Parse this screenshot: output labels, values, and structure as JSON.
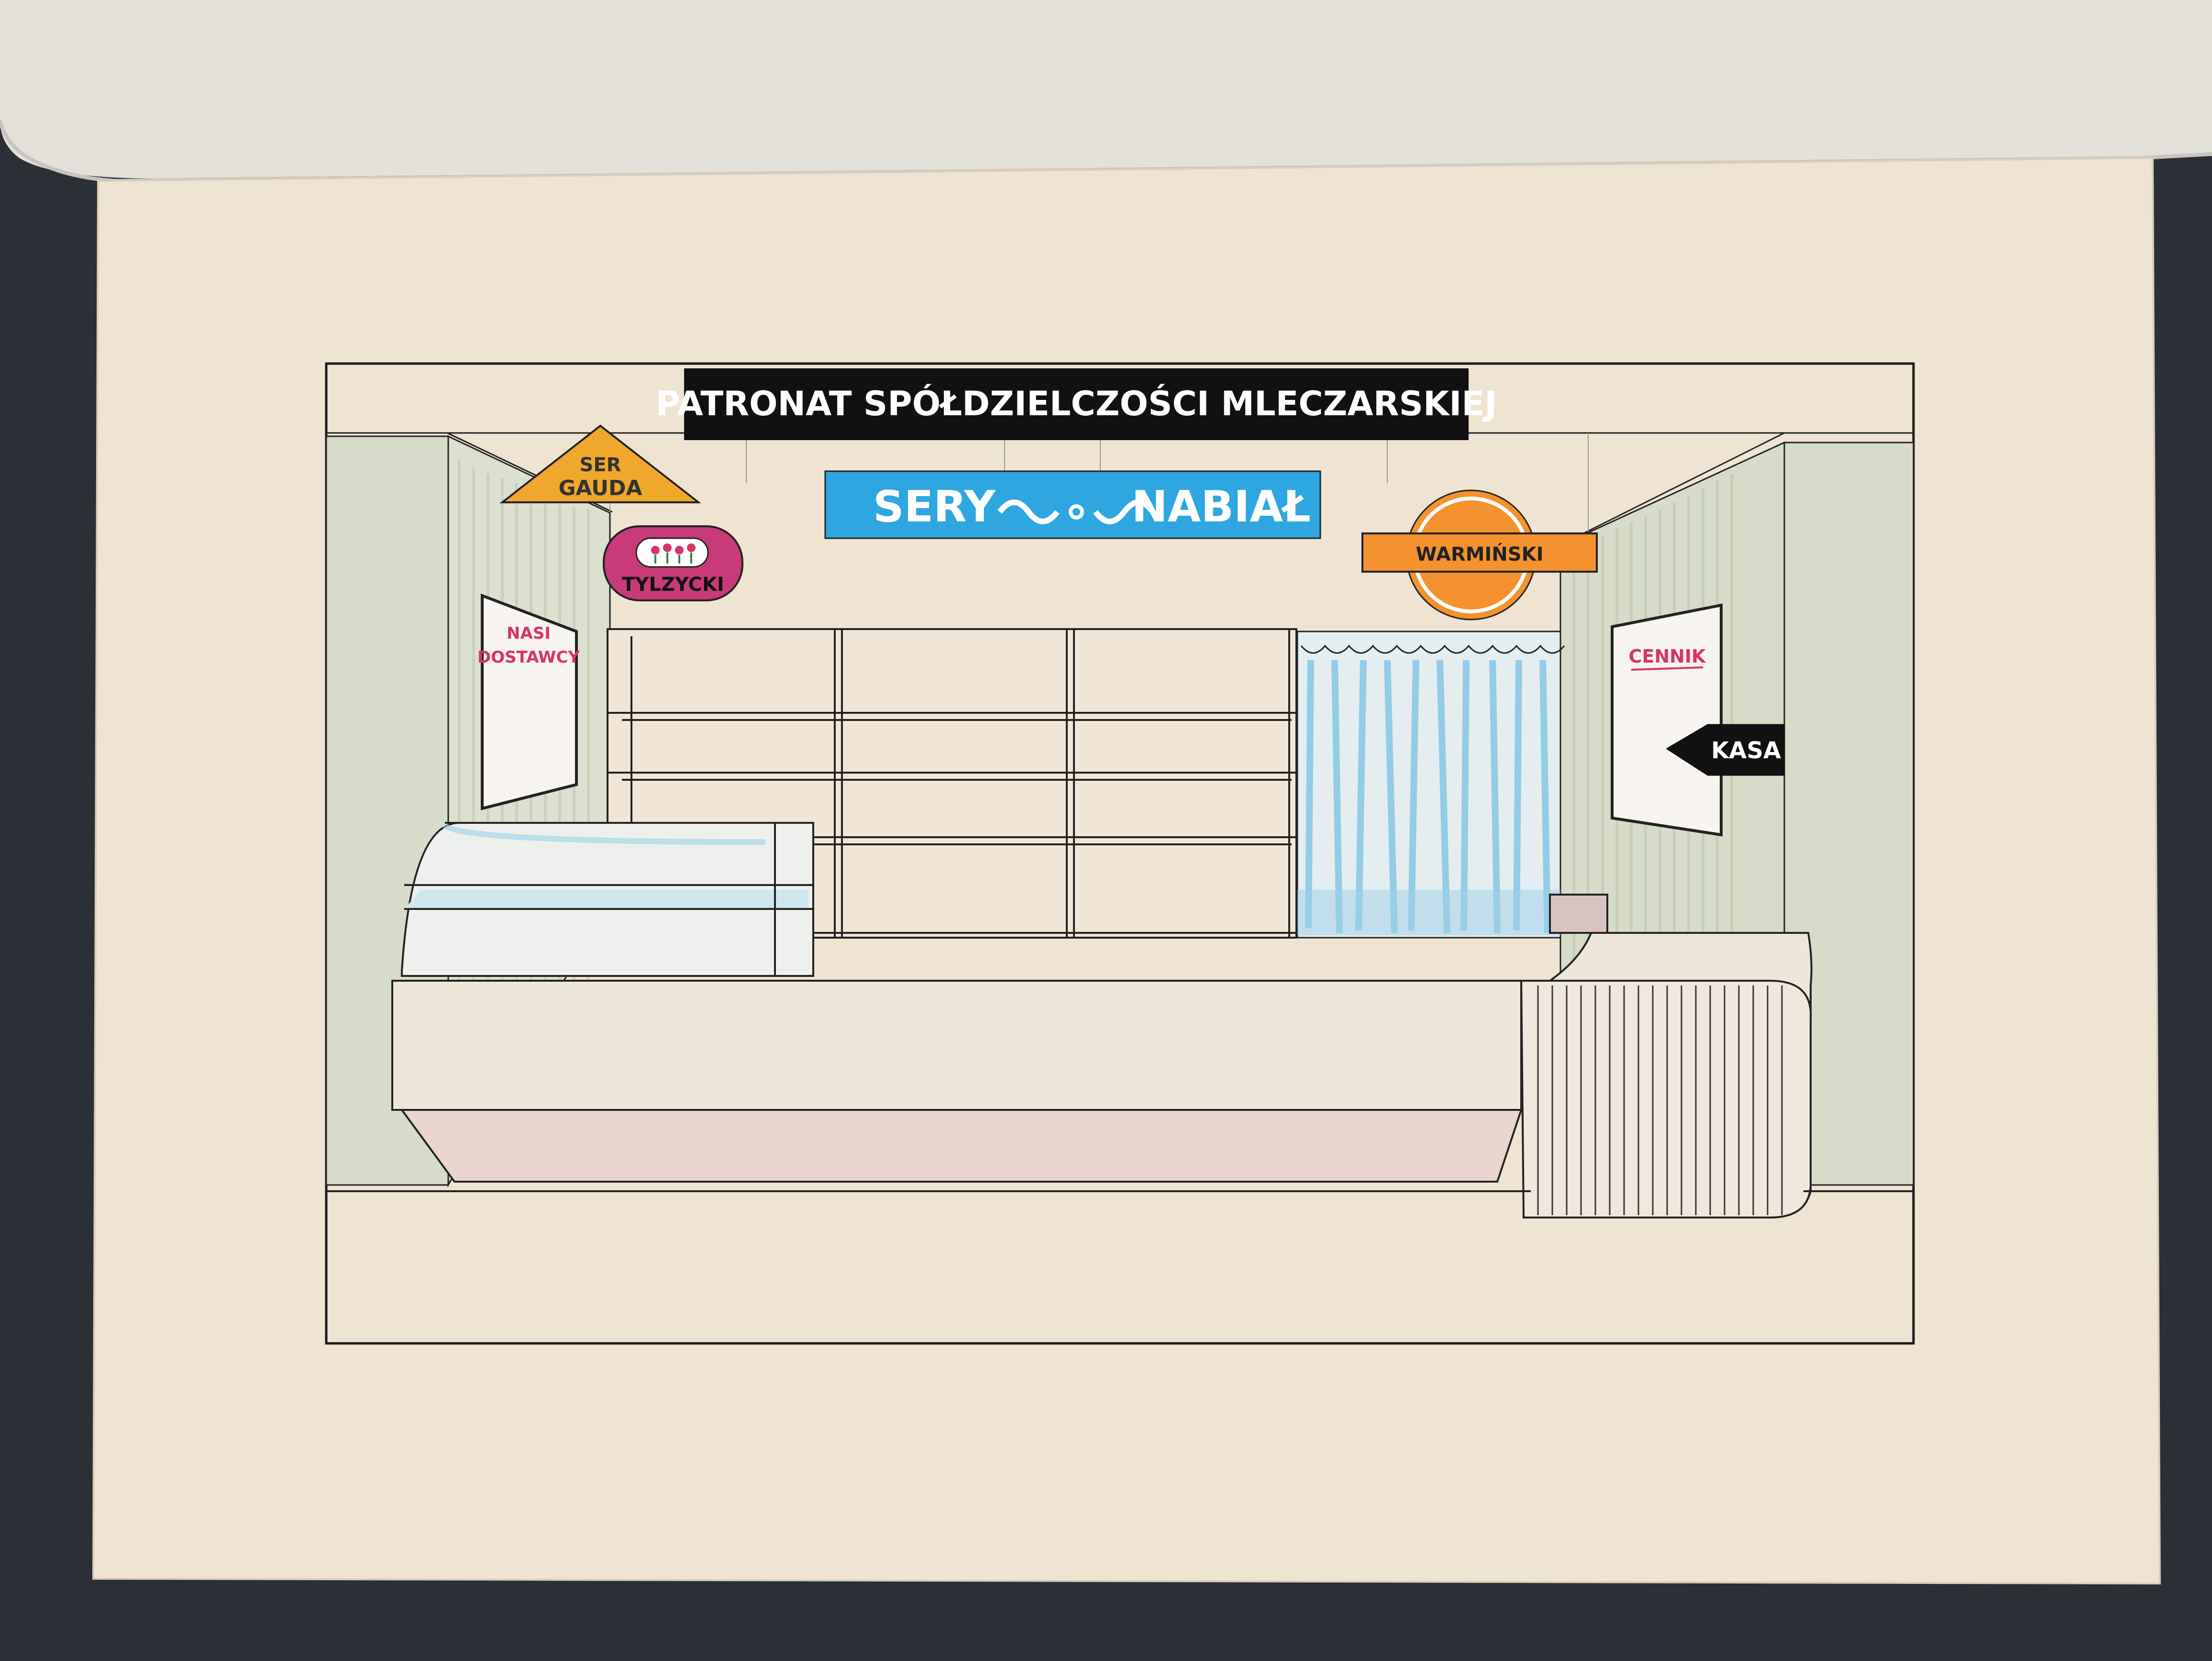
{
  "drawing": {
    "main_banner": "PATRONAT SPÓŁDZIELCZOŚCI MLECZARSKIEJ",
    "center_sign": {
      "left": "SERY",
      "right": "NABIAŁ"
    },
    "gouda_sign": {
      "line1": "SER",
      "line2": "GAUDA"
    },
    "tylzycki_sign": "TYLZYCKI",
    "warminski_sign": "WARMIŃSKI",
    "suppliers_poster": {
      "line1": "NASI",
      "line2": "DOSTAWCY"
    },
    "price_poster": "CENNIK",
    "cashier_arrow": "KASA"
  },
  "colors": {
    "paper": "#efe3d2",
    "outer_sheet": "#e2dfd9",
    "background": "#2b2f36",
    "wall_green": "#d6dcc8",
    "banner_black": "#111111",
    "sign_blue": "#2ea6e0",
    "sign_yellow": "#f0a82c",
    "sign_magenta": "#c83a78",
    "sign_orange": "#f3922e",
    "accent_pink": "#d8336b",
    "curtain_blue": "#79c2e6"
  }
}
